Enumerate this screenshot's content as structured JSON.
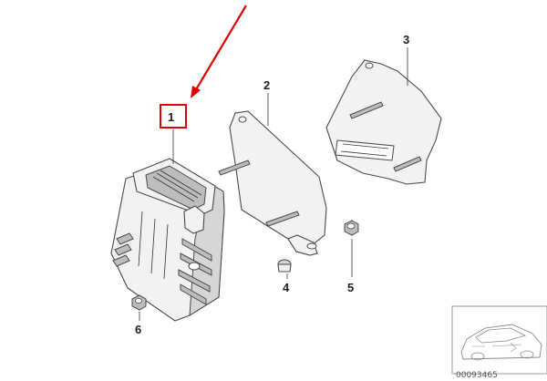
{
  "parts": [
    {
      "num": "1",
      "highlighted": true
    },
    {
      "num": "2"
    },
    {
      "num": "3"
    },
    {
      "num": "4"
    },
    {
      "num": "5"
    },
    {
      "num": "6"
    }
  ],
  "reference_code": "00093465",
  "colors": {
    "highlight": "#e00000",
    "line": "#333333",
    "part_fill": "#f2f2f2",
    "part_shadow": "#bdbdbd"
  }
}
